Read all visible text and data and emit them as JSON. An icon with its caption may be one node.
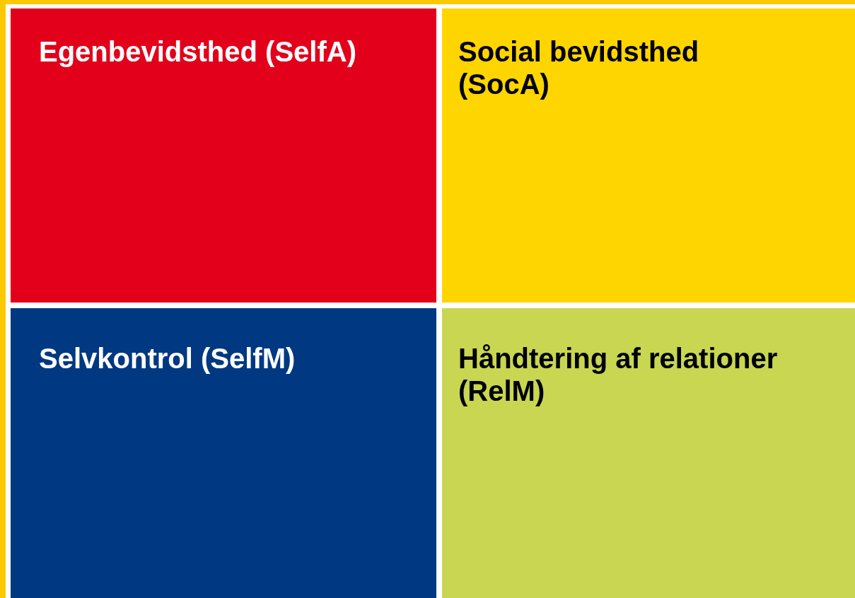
{
  "diagram": {
    "nodes": [
      {
        "text": [
          "Egenbevidsthed (SelfA)"
        ]
      },
      {
        "text": [
          "Social bevidsthed (SocA)"
        ]
      },
      {
        "text": [
          "Selvkontrol (SelfM)"
        ]
      },
      {
        "text": [
          "Håndtering af relationer (RelM)"
        ]
      }
    ]
  }
}
